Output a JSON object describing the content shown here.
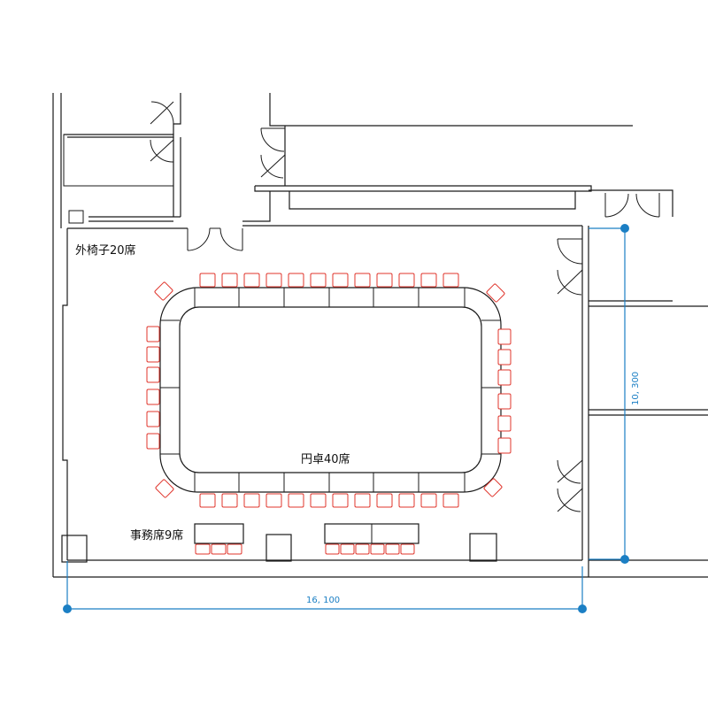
{
  "labels": {
    "outer_chairs": "外椅子20席",
    "round_table": "円卓40席",
    "office_seats": "事務席9席"
  },
  "dimensions": {
    "width": "16, 100",
    "depth": "10, 300"
  },
  "colors": {
    "walls": "#1a1a1a",
    "chairs": "#e0342b",
    "dimension": "#1b7fc4"
  }
}
